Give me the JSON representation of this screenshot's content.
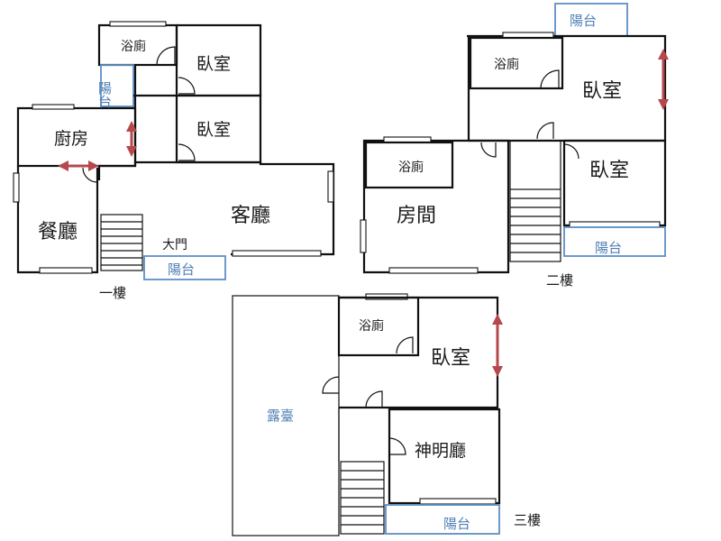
{
  "floors": {
    "f1": {
      "label": "一樓",
      "rooms": {
        "bath": "浴廁",
        "bed_a": "臥室",
        "bed_b": "臥室",
        "balcony_side": "陽台",
        "kitchen": "廚房",
        "dining": "餐廳",
        "living": "客廳",
        "main_door": "大門",
        "balcony_front": "陽台"
      }
    },
    "f2": {
      "label": "二樓",
      "rooms": {
        "balcony_top": "陽台",
        "bath_right": "浴廁",
        "bed_top": "臥室",
        "bath_left": "浴廁",
        "room": "房間",
        "bed_right": "臥室",
        "balcony_bottom": "陽台"
      }
    },
    "f3": {
      "label": "三樓",
      "rooms": {
        "terrace": "露臺",
        "bath": "浴廁",
        "bed": "臥室",
        "shrine": "神明廳",
        "balcony": "陽台"
      }
    }
  }
}
